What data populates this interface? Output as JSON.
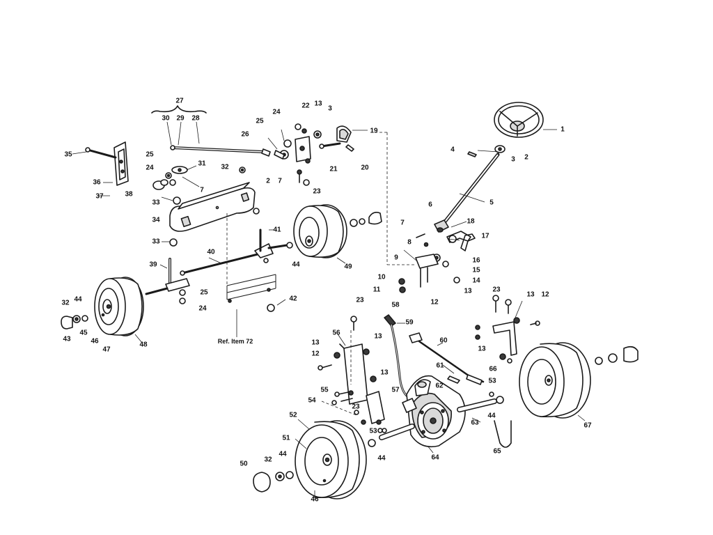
{
  "callouts": [
    {
      "id": "p1",
      "text": "1"
    },
    {
      "id": "p2a",
      "text": "2"
    },
    {
      "id": "p3a",
      "text": "3"
    },
    {
      "id": "p4a",
      "text": "4"
    },
    {
      "id": "p5",
      "text": "5"
    },
    {
      "id": "p6",
      "text": "6"
    },
    {
      "id": "p7a",
      "text": "7"
    },
    {
      "id": "p8",
      "text": "8"
    },
    {
      "id": "p9",
      "text": "9"
    },
    {
      "id": "p10",
      "text": "10"
    },
    {
      "id": "p11",
      "text": "11"
    },
    {
      "id": "p12a",
      "text": "12"
    },
    {
      "id": "p13a",
      "text": "13"
    },
    {
      "id": "p14",
      "text": "14"
    },
    {
      "id": "p15",
      "text": "15"
    },
    {
      "id": "p16",
      "text": "16"
    },
    {
      "id": "p17",
      "text": "17"
    },
    {
      "id": "p18",
      "text": "18"
    },
    {
      "id": "p19",
      "text": "19"
    },
    {
      "id": "p20",
      "text": "20"
    },
    {
      "id": "p21",
      "text": "21"
    },
    {
      "id": "p22",
      "text": "22"
    },
    {
      "id": "p13b",
      "text": "13"
    },
    {
      "id": "p3b",
      "text": "3"
    },
    {
      "id": "p24a",
      "text": "24"
    },
    {
      "id": "p25a",
      "text": "25"
    },
    {
      "id": "p26",
      "text": "26"
    },
    {
      "id": "p2b",
      "text": "2"
    },
    {
      "id": "p7b",
      "text": "7"
    },
    {
      "id": "p23a",
      "text": "23"
    },
    {
      "id": "p27",
      "text": "27"
    },
    {
      "id": "p30",
      "text": "30"
    },
    {
      "id": "p29",
      "text": "29"
    },
    {
      "id": "p28",
      "text": "28"
    },
    {
      "id": "p35",
      "text": "35"
    },
    {
      "id": "p25b",
      "text": "25"
    },
    {
      "id": "p24b",
      "text": "24"
    },
    {
      "id": "p31",
      "text": "31"
    },
    {
      "id": "p7c",
      "text": "7"
    },
    {
      "id": "p32a",
      "text": "32"
    },
    {
      "id": "p36",
      "text": "36"
    },
    {
      "id": "p37",
      "text": "37"
    },
    {
      "id": "p38",
      "text": "38"
    },
    {
      "id": "p33a",
      "text": "33"
    },
    {
      "id": "p34",
      "text": "34"
    },
    {
      "id": "p33b",
      "text": "33"
    },
    {
      "id": "p41",
      "text": "41"
    },
    {
      "id": "p40",
      "text": "40"
    },
    {
      "id": "p44a",
      "text": "44"
    },
    {
      "id": "p49",
      "text": "49"
    },
    {
      "id": "p39",
      "text": "39"
    },
    {
      "id": "p25c",
      "text": "25"
    },
    {
      "id": "p24c",
      "text": "24"
    },
    {
      "id": "p42",
      "text": "42"
    },
    {
      "id": "p32b",
      "text": "32"
    },
    {
      "id": "p44b",
      "text": "44"
    },
    {
      "id": "p43",
      "text": "43"
    },
    {
      "id": "p45",
      "text": "45"
    },
    {
      "id": "p46a",
      "text": "46"
    },
    {
      "id": "p47",
      "text": "47"
    },
    {
      "id": "p48",
      "text": "48"
    },
    {
      "id": "p23b",
      "text": "23"
    },
    {
      "id": "p58",
      "text": "58"
    },
    {
      "id": "p59",
      "text": "59"
    },
    {
      "id": "p60",
      "text": "60"
    },
    {
      "id": "p23c",
      "text": "23"
    },
    {
      "id": "p13c",
      "text": "13"
    },
    {
      "id": "p12b",
      "text": "12"
    },
    {
      "id": "p56",
      "text": "56"
    },
    {
      "id": "p13d",
      "text": "13"
    },
    {
      "id": "p13e",
      "text": "13"
    },
    {
      "id": "p12c",
      "text": "12"
    },
    {
      "id": "p13f",
      "text": "13"
    },
    {
      "id": "p55",
      "text": "55"
    },
    {
      "id": "p54",
      "text": "54"
    },
    {
      "id": "p23d",
      "text": "23"
    },
    {
      "id": "p57",
      "text": "57"
    },
    {
      "id": "p61",
      "text": "61"
    },
    {
      "id": "p62",
      "text": "62"
    },
    {
      "id": "p53a",
      "text": "53"
    },
    {
      "id": "p13g",
      "text": "13"
    },
    {
      "id": "p66",
      "text": "66"
    },
    {
      "id": "p52",
      "text": "52"
    },
    {
      "id": "p51",
      "text": "51"
    },
    {
      "id": "p53b",
      "text": "53"
    },
    {
      "id": "p44c",
      "text": "44"
    },
    {
      "id": "p64",
      "text": "64"
    },
    {
      "id": "p63",
      "text": "63"
    },
    {
      "id": "p44d",
      "text": "44"
    },
    {
      "id": "p65",
      "text": "65"
    },
    {
      "id": "p67",
      "text": "67"
    },
    {
      "id": "p50",
      "text": "50"
    },
    {
      "id": "p32c",
      "text": "32"
    },
    {
      "id": "p44e",
      "text": "44"
    },
    {
      "id": "p46b",
      "text": "46"
    }
  ],
  "reference_note": "Ref. Item 72"
}
